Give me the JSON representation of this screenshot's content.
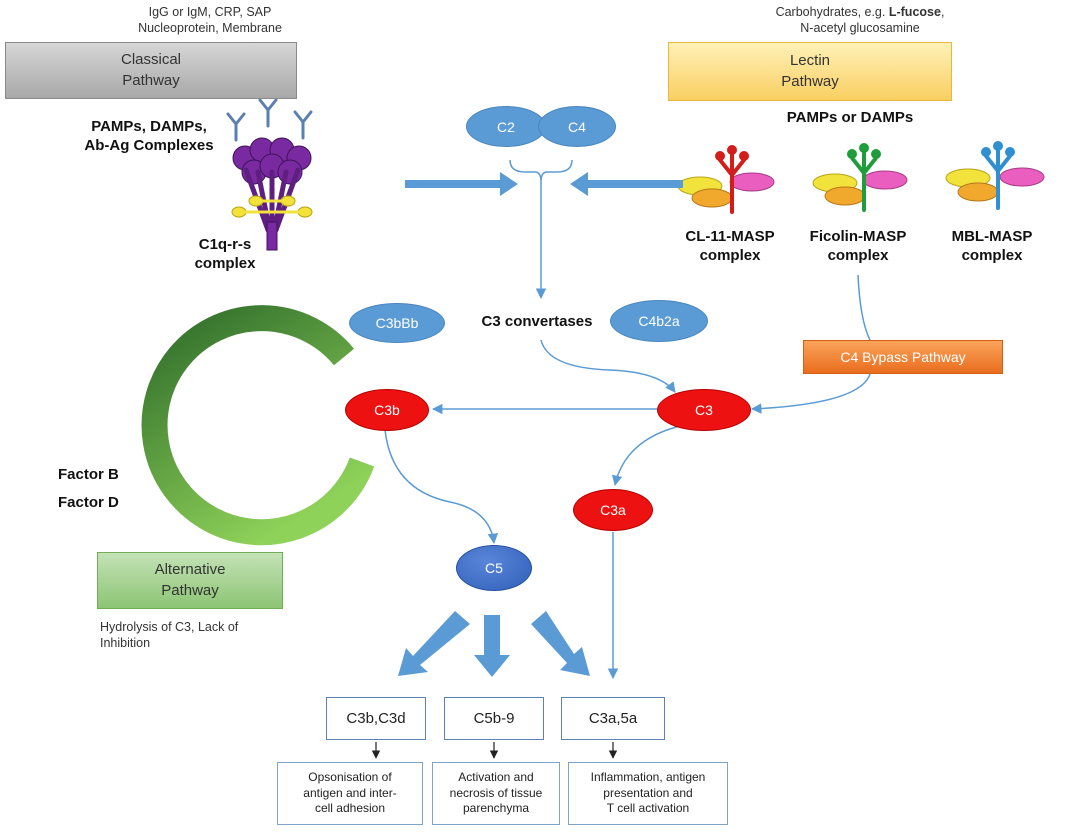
{
  "classical": {
    "triggers_line1": "IgG or IgM, CRP, SAP",
    "triggers_line2": "Nucleoprotein, Membrane",
    "box_line1": "Classical",
    "box_line2": "Pathway",
    "pamps_line1": "PAMPs, DAMPs,",
    "pamps_line2": "Ab-Ag Complexes",
    "complex_line1": "C1q-r-s",
    "complex_line2": "complex"
  },
  "lectin": {
    "triggers_line1_a": "Carbohydrates, e.g. ",
    "triggers_line1_b": "L-fucose",
    "triggers_line1_c": ",",
    "triggers_line2": "N-acetyl glucosamine",
    "box_line1": "Lectin",
    "box_line2": "Pathway",
    "pamps": "PAMPs or DAMPs",
    "complexes": [
      {
        "line1": "CL-11-MASP",
        "line2": "complex",
        "color": "#d31c1c"
      },
      {
        "line1": "Ficolin-MASP",
        "line2": "complex",
        "color": "#1f9d3a"
      },
      {
        "line1": "MBL-MASP",
        "line2": "complex",
        "color": "#2f8fd0"
      }
    ]
  },
  "components": {
    "c2": "C2",
    "c4": "C4",
    "c3bbb": "C3bBb",
    "c4b2a": "C4b2a",
    "c3_convertases": "C3 convertases",
    "c3": "C3",
    "c3b": "C3b",
    "c3a": "C3a",
    "c5": "C5"
  },
  "bypass": "C4 Bypass Pathway",
  "alternative": {
    "factor_b": "Factor B",
    "factor_d": "Factor D",
    "box_line1": "Alternative",
    "box_line2": "Pathway",
    "caption_line1": "Hydrolysis of C3, Lack of",
    "caption_line2": "Inhibition"
  },
  "products": [
    "C3b,C3d",
    "C5b-9",
    "C3a,5a"
  ],
  "outcomes": [
    {
      "line1": "Opsonisation of",
      "line2": "antigen and inter-",
      "line3": "cell adhesion"
    },
    {
      "line1": "Activation and",
      "line2": "necrosis of tissue",
      "line3": "parenchyma"
    },
    {
      "line1": "Inflammation, antigen",
      "line2": "presentation and",
      "line3": "T cell activation"
    }
  ],
  "colors": {
    "connector": "#5b9bd5",
    "c1q_purple": "#7a2aa0",
    "ring_dark": "#2e6b2a",
    "ring_light": "#8fd259"
  }
}
